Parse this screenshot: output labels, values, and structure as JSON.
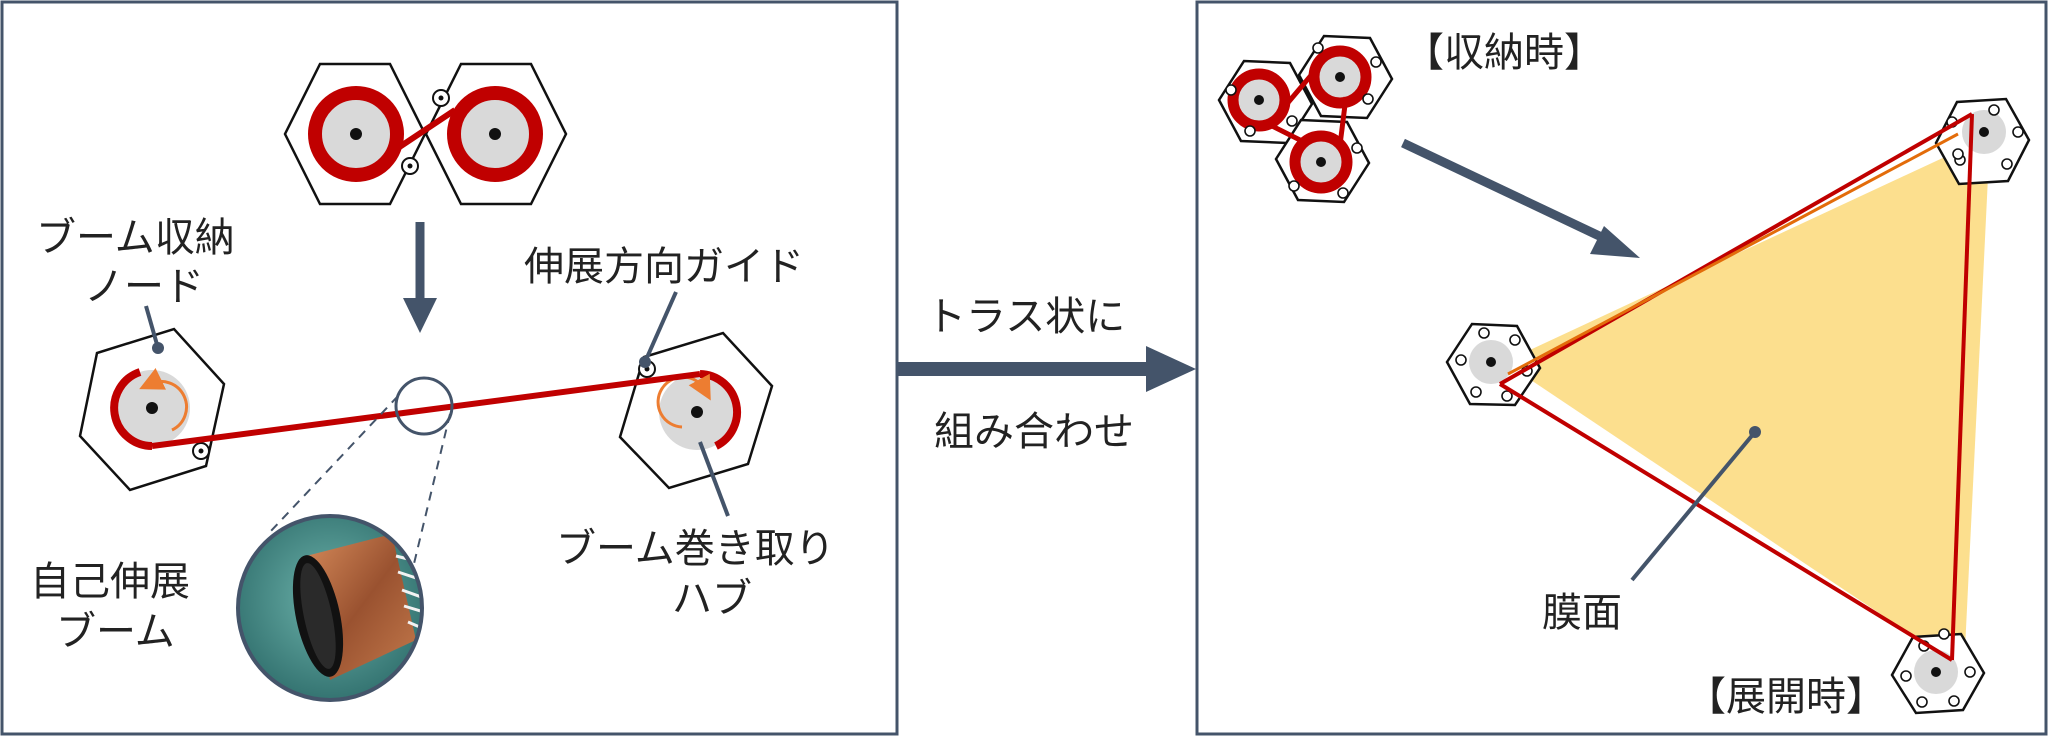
{
  "left_panel": {
    "label_stow_node_line1": "ブーム収納",
    "label_stow_node_line2": "ノード",
    "label_guide": "伸展方向ガイド",
    "label_boom_line1": "自己伸展",
    "label_boom_line2": "ブーム",
    "label_hub_line1": "ブーム巻き取り",
    "label_hub_line2": "ハブ"
  },
  "middle": {
    "label_line1": "トラス状に",
    "label_line2": "組み合わせ"
  },
  "right_panel": {
    "label_stowed": "【収納時】",
    "label_membrane": "膜面",
    "label_deployed": "【展開時】"
  },
  "colors": {
    "boom_red": "#c00000",
    "arrow_slate": "#44546a",
    "membrane_yellow": "#fcd97a",
    "hub_gray": "#d9d9d9",
    "rotation_orange": "#ed7d31",
    "boom_copper": "#b36a3e",
    "photo_teal": "#4f9a96"
  }
}
